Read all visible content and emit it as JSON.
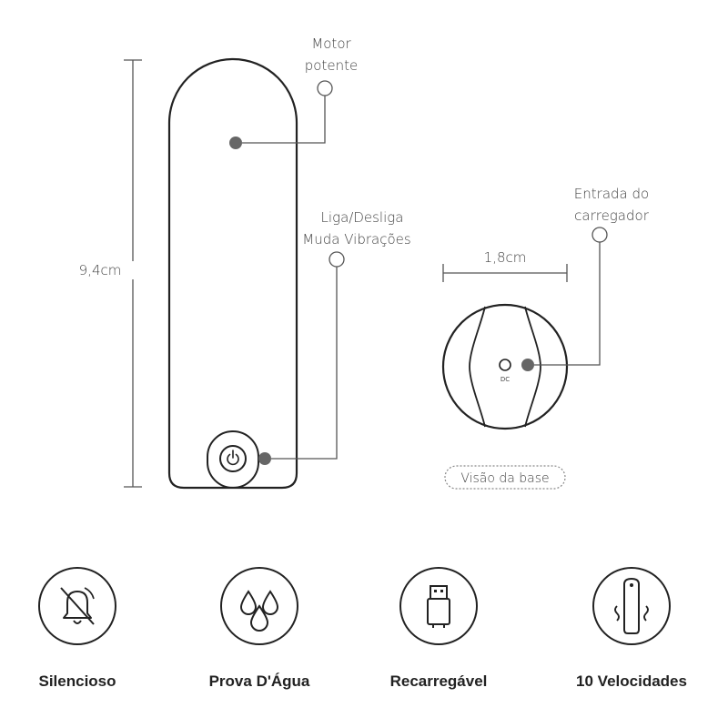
{
  "labels": {
    "motor_line1": "Motor",
    "motor_line2": "potente",
    "power_line1": "Liga/Desliga",
    "power_line2": "Muda Vibrações",
    "charger_line1": "Entrada do",
    "charger_line2": "carregador",
    "height": "9,4cm",
    "width": "1,8cm",
    "base_view": "Visão da base",
    "dc": "DC"
  },
  "features": [
    {
      "label": "Silencioso",
      "icon": "muted-bell-icon"
    },
    {
      "label": "Prova D'Água",
      "icon": "water-drops-icon"
    },
    {
      "label": "Recarregável",
      "icon": "usb-plug-icon"
    },
    {
      "label": "10 Velocidades",
      "icon": "vibrating-device-icon"
    }
  ],
  "colors": {
    "stroke": "#222222",
    "dot": "#666666",
    "leader": "#555555"
  }
}
